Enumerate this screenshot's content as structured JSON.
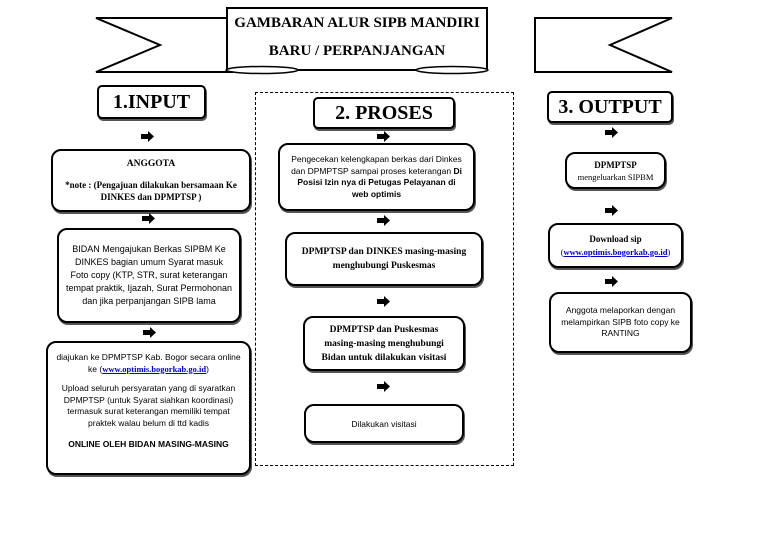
{
  "banner": {
    "line1": "GAMBARAN ALUR SIPB MANDIRI",
    "line2": "BARU / PERPANJANGAN"
  },
  "input": {
    "heading": "1.INPUT",
    "anggota_title": "ANGGOTA",
    "anggota_note": "*note : (Pengajuan dilakukan bersamaan Ke DINKES dan DPMPTSP )",
    "bidan_text": "BIDAN Mengajukan Berkas SIPBM Ke DINKES bagian umum Syarat masuk Foto copy (KTP, STR, surat keterangan tempat praktik, Ijazah, Surat Permohonan dan jika perpanjangan SIPB lama",
    "online_pre": "diajukan ke DPMPTSP Kab. Bogor secara online ke (",
    "online_link": "www.optimis.bogorkab.go.id",
    "online_post": ")",
    "upload_text": "Upload seluruh persyaratan yang di syaratkan DPMPTSP (untuk Syarat siahkan koordinasi) termasuk surat keterangan memiliki tempat praktek walau belum di ttd kadis",
    "online_footer": "ONLINE OLEH BIDAN MASING-MASING"
  },
  "proses": {
    "heading": "2. PROSES",
    "step1_a": "Pengecekan kelengkapan berkas dari Dinkes dan DPMPTSP sampai proses keterangan ",
    "step1_b": "Di Posisi Izin nya di Petugas Pelayanan  di web optimis",
    "step2": "DPMPTSP dan DINKES masing-masing menghubungi Puskesmas",
    "step3": "DPMPTSP dan Puskesmas masing-masing menghubungi Bidan untuk dilakukan visitasi",
    "step4": "Dilakukan visitasi"
  },
  "output": {
    "heading": "3. OUTPUT",
    "step1_title": "DPMPTSP",
    "step1_sub": "mengeluarkan SIPBM",
    "step2_title": "Download sip",
    "step2_pre": "(",
    "step2_link": "www.optimis.bogorkab.go.id",
    "step2_post": ")",
    "step3": "Anggota melaporkan dengan melampirkan SIPB foto copy ke RANTING"
  },
  "icons": {
    "arrow": "right-arrow-icon"
  }
}
